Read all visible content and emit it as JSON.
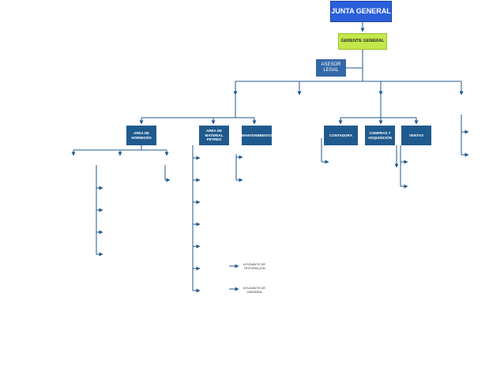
{
  "org_chart": {
    "top": "JUNTA GENERAL",
    "manager": "GERENTE GENERAL",
    "advisor": "ASESOR LEGAL",
    "departments": {
      "hormigon": "AREA DE HORMIGÓN",
      "material_petreo": "AREA DE MATERIAL PETREO",
      "mantenimiento": "MANTENIMIENTO",
      "contadora": "CONTADORA",
      "compras": "COMPRAS Y ADQUISICIÓN",
      "ventas": "VENTAS"
    },
    "sub_units": {
      "ayudante_trituracion": "AYUDANTE DE TRITURACIÓN",
      "ayudante_zarandas": "AYUDANTE DE ZARANDA"
    }
  },
  "colors": {
    "line": "#1f5a8e",
    "top_box": "#2b5fd9",
    "manager_box": "#c3e84a",
    "advisor_box": "#3468a8",
    "dept_box": "#1f5a8e"
  }
}
